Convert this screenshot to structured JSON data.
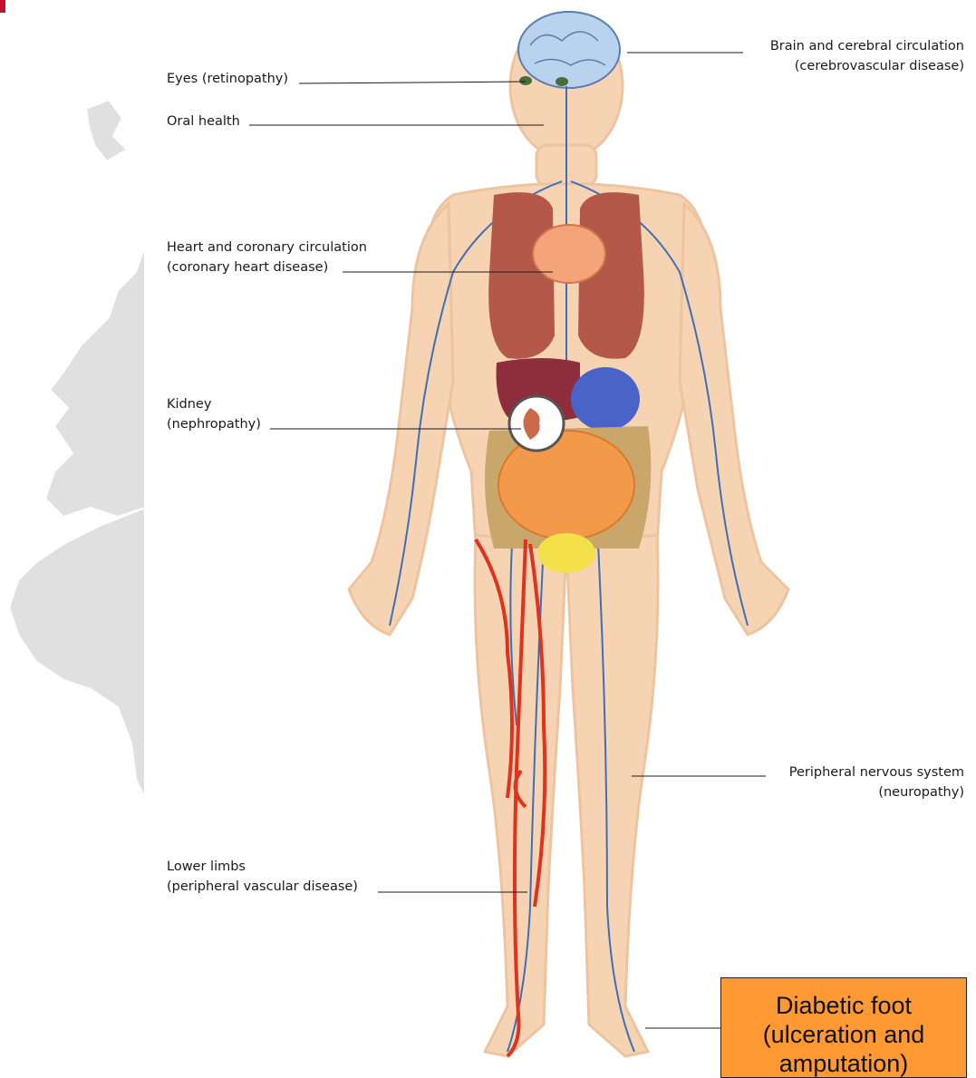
{
  "labels": {
    "brain": {
      "line1": "Brain and cerebral circulation",
      "line2": "(cerebrovascular disease)"
    },
    "eyes": {
      "line1": "Eyes (retinopathy)"
    },
    "oral": {
      "line1": "Oral health"
    },
    "heart": {
      "line1": "Heart and coronary circulation",
      "line2": "(coronary heart disease)"
    },
    "kidney": {
      "line1": "Kidney",
      "line2": "(nephropathy)"
    },
    "pns": {
      "line1": "Peripheral nervous system",
      "line2": "(neuropathy)"
    },
    "limbs": {
      "line1": "Lower limbs",
      "line2": "(peripheral vascular disease)"
    }
  },
  "callout": {
    "line1": "Diabetic foot",
    "line2": "(ulceration and",
    "line3": "amputation)"
  },
  "colors": {
    "skin": "#f6d3b3",
    "skin_shadow": "#eec4a0",
    "brain": "#b9d3ee",
    "nerve_blue": "#3d6fb5",
    "artery_red": "#e0321c",
    "lung": "#b4584a",
    "heart": "#f4a479",
    "liver": "#8e2d3c",
    "stomach": "#4a63c9",
    "intestine": "#f39a4a",
    "colon": "#c9a66a",
    "bladder": "#f4e04a",
    "map_gray": "#dcdcdc",
    "callout_bg": "#ff9933",
    "accent_red": "#c8102e"
  }
}
